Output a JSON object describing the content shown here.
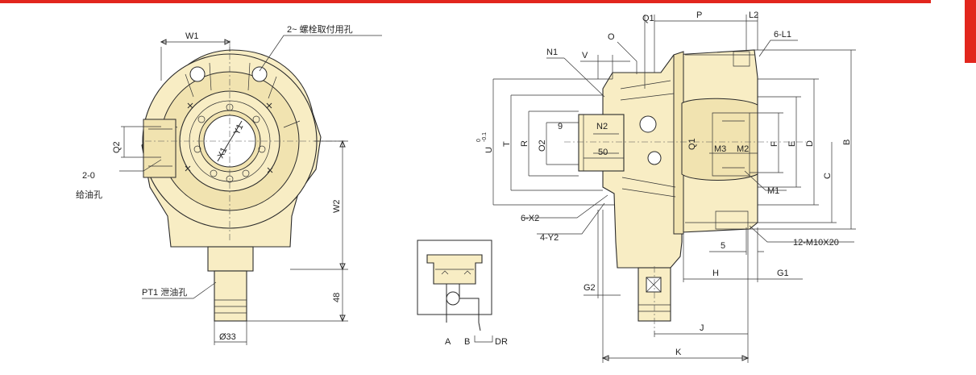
{
  "colors": {
    "body_fill": "#f8edc4",
    "body_shade": "#f1e3b0",
    "accent_red": "#e2261d",
    "line": "#2a2a2a"
  },
  "front_view": {
    "W1": "W1",
    "bolt_holes": "2~ 螺栓取付用孔",
    "Q2": "Q2",
    "oil_port": "2-0",
    "oil_port_name": "给油孔",
    "X1": "X1",
    "Y1": "Y1",
    "W2": "W2",
    "dim_48": "48",
    "drain": "PT1 泄油孔",
    "dia_33": "Ø33"
  },
  "side_view": {
    "Q1_top": "Q1",
    "P": "P",
    "L2": "L2",
    "six_L1": "6-L1",
    "O": "O",
    "N1": "N1",
    "V": "V",
    "U": "U",
    "U_tol_upper": "0",
    "U_tol_lower": "-0.1",
    "T": "T",
    "R": "R",
    "O2": "O2",
    "nine": "9",
    "N2": "N2",
    "fifty": "50",
    "Q1_mid": "Q1",
    "M3": "M3",
    "M2": "M2",
    "F": "F",
    "E": "E",
    "D": "D",
    "C": "C",
    "B": "B",
    "M1": "M1",
    "six_X2": "6-X2",
    "four_Y2": "4-Y2",
    "five": "5",
    "M10": "12-M10X20",
    "H": "H",
    "G1": "G1",
    "G2": "G2",
    "J": "J",
    "K": "K"
  },
  "schematic": {
    "A": "A",
    "B": "B",
    "DR": "DR"
  }
}
